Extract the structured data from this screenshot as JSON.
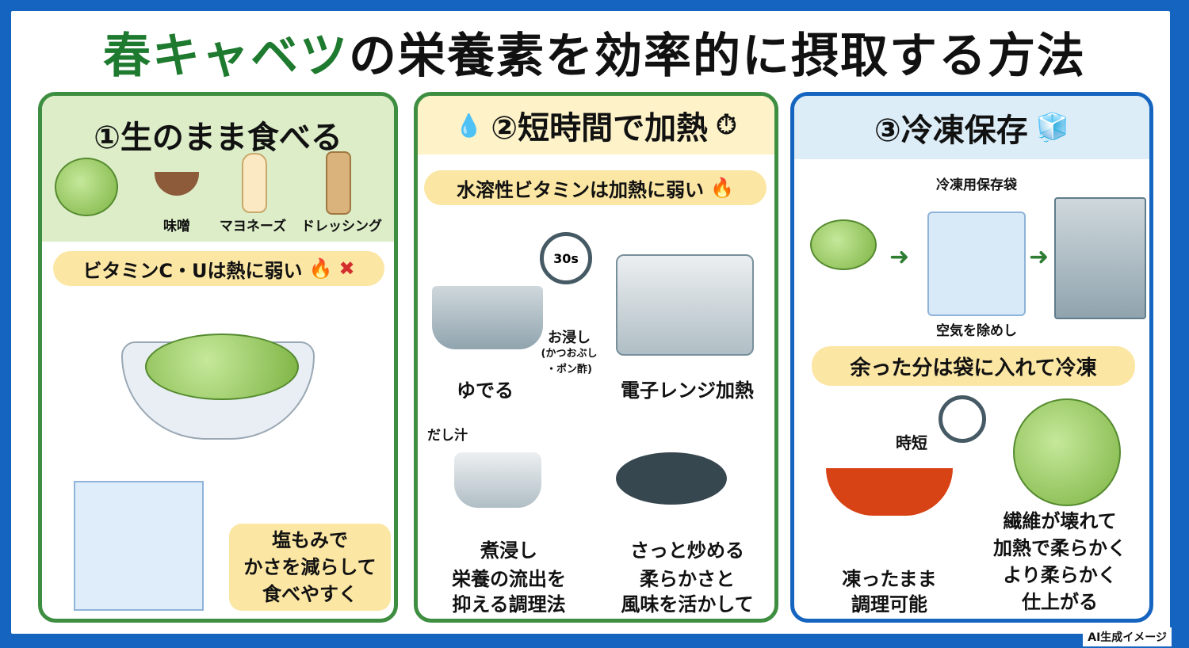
{
  "title": {
    "highlight": "春キャベツ",
    "rest": "の栄養素を効率的に摂取する方法"
  },
  "colors": {
    "frame": "#1565c0",
    "green": "#3e8e41",
    "title_green": "#1e7a2e",
    "pill": "#fbe6a4",
    "panel1_head": "#dcedc8",
    "panel2_head": "#fdf2c8",
    "panel3_head": "#dcedf7"
  },
  "panels": [
    {
      "heading": "①生のまま食べる",
      "condiments": [
        "味噌",
        "マヨネーズ",
        "ドレッシング"
      ],
      "pill": "ビタミンC・Uは熱に弱い",
      "note": [
        "塩もみで",
        "かさを減らして",
        "食べやすく"
      ]
    },
    {
      "heading": "②短時間で加熱",
      "pill": "水溶性ビタミンは加熱に弱い",
      "timer_label": "30s",
      "methods": [
        {
          "label": "ゆでる",
          "sub": "お浸し",
          "sub2": "(かつおぶし",
          "sub3": "・ポン酢)"
        },
        {
          "label": "電子レンジ加熱"
        },
        {
          "label": "煮浸し",
          "tag": "だし汁",
          "desc1": "栄養の流出を",
          "desc2": "抑える調理法"
        },
        {
          "label": "さっと炒める",
          "desc1": "柔らかさと",
          "desc2": "風味を活かして"
        }
      ]
    },
    {
      "heading": "③冷凍保存",
      "bag_label": "冷凍用保存袋",
      "air_label": "空気を除めし",
      "pill": "余った分は袋に入れて冷凍",
      "shortcut": "時短",
      "items": [
        {
          "line1": "凍ったまま",
          "line2": "調理可能"
        },
        {
          "line1": "繊維が壊れて",
          "line2": "加熱で柔らかく",
          "line3": "より柔らかく",
          "line4": "仕上がる"
        }
      ]
    }
  ],
  "credit": "AI生成イメージ"
}
